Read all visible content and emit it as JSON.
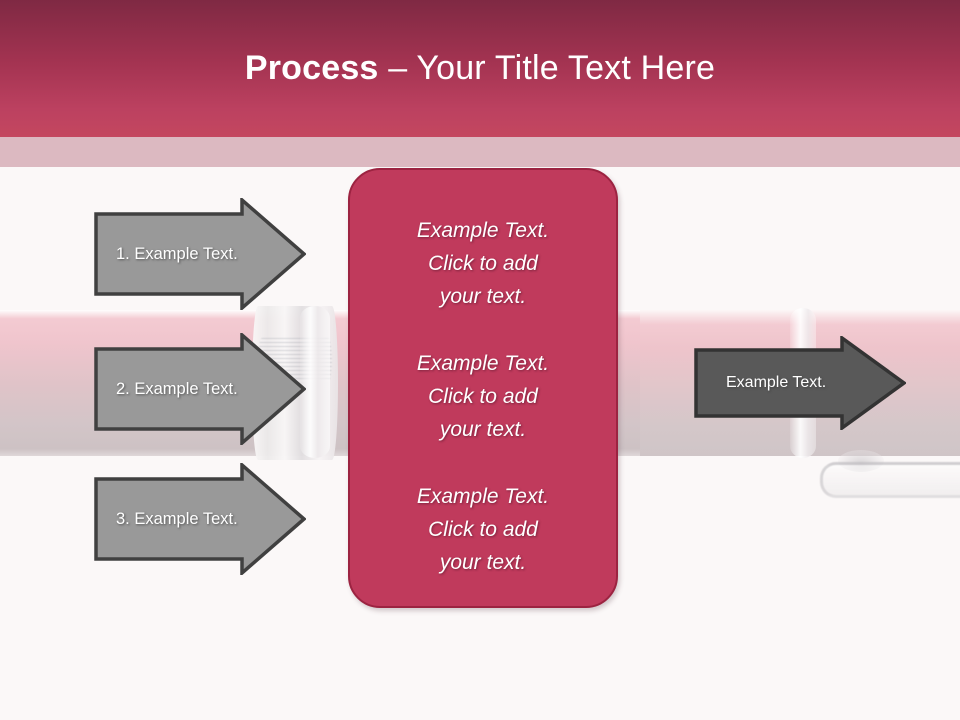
{
  "slide": {
    "title": {
      "strong": "Process",
      "rest": " – Your Title Text Here"
    },
    "theme": {
      "header_top": "#7f2943",
      "header_bottom": "#c4475f",
      "header_band": "#dcb9c1",
      "panel_fill": "#c03a5c",
      "panel_border": "#9c2341",
      "arrow_light_fill": "#999999",
      "arrow_dark_fill": "#595959",
      "arrow_border": "#404040",
      "body_background": "#fbf8f8",
      "text_on_fill": "#ffffff"
    },
    "input_arrows": [
      {
        "label": "1. Example Text."
      },
      {
        "label": "2. Example Text."
      },
      {
        "label": "3. Example Text."
      }
    ],
    "center_panel": {
      "blocks": [
        "Example Text.\nClick  to add\nyour text.",
        "Example Text.\nClick  to add\nyour text.",
        "Example Text.\nClick  to add\nyour text."
      ]
    },
    "output_arrow": {
      "label": "Example Text."
    },
    "background": {
      "image_subject": "pen-photograph"
    }
  }
}
